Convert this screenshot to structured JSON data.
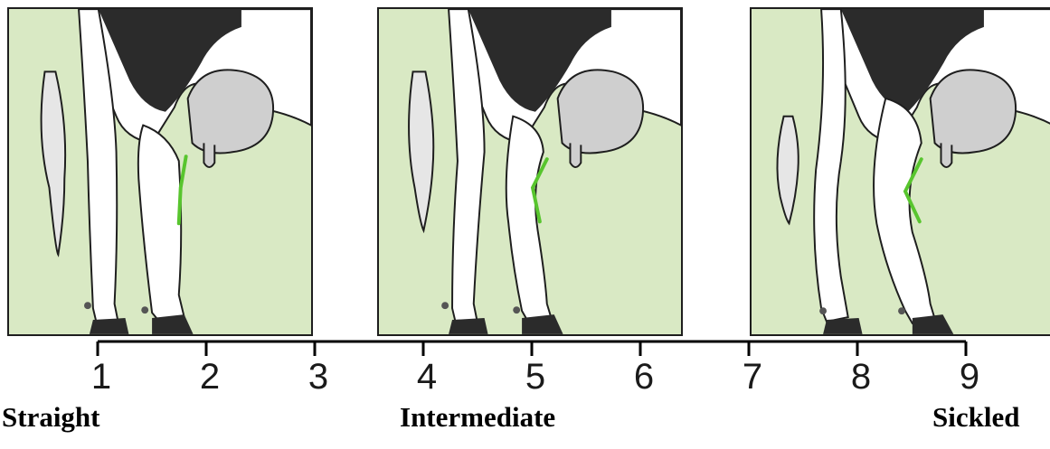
{
  "panels": [
    {
      "id": "straight"
    },
    {
      "id": "intermediate"
    },
    {
      "id": "sickled"
    }
  ],
  "scale": {
    "ticks": [
      "1",
      "2",
      "3",
      "4",
      "5",
      "6",
      "7",
      "8",
      "9"
    ]
  },
  "categories": {
    "left": "Straight",
    "middle": "Intermediate",
    "right": "Sickled"
  },
  "colors": {
    "background_green": "#d9e9c4",
    "highlight_green": "#58c52e",
    "black_patch": "#2b2b2b",
    "udder_gray": "#cfcfcf",
    "outline": "#1e1e1e"
  }
}
